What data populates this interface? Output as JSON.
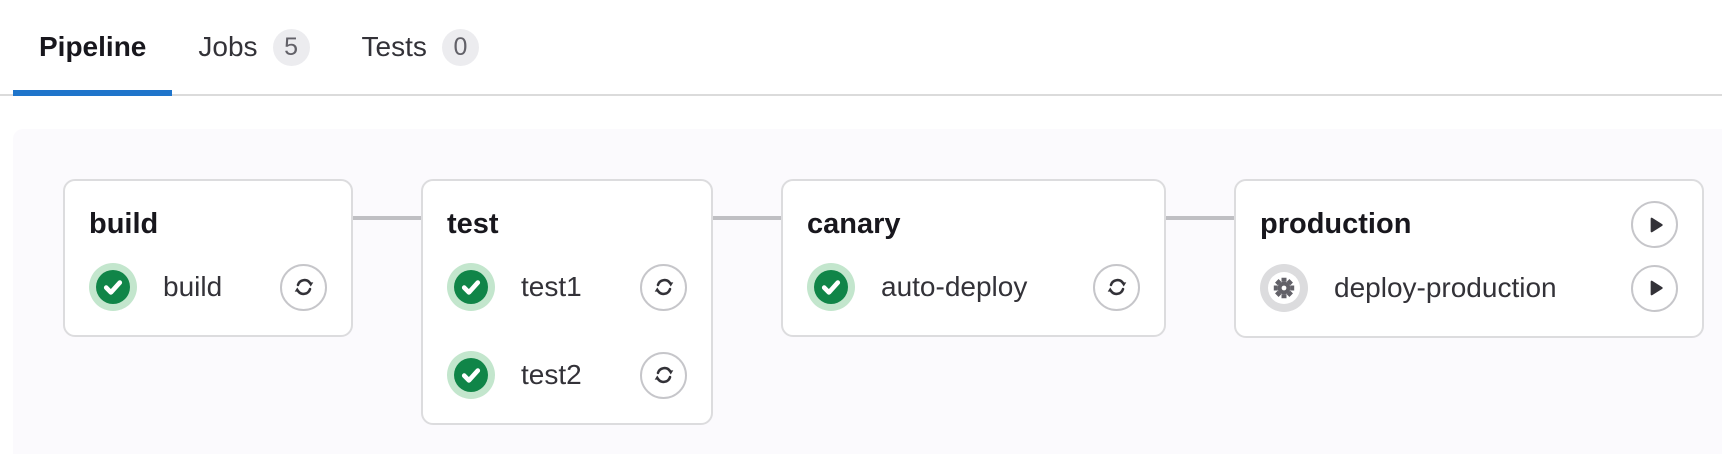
{
  "tabs": {
    "items": [
      {
        "label": "Pipeline",
        "active": true,
        "badge": null
      },
      {
        "label": "Jobs",
        "active": false,
        "badge": "5"
      },
      {
        "label": "Tests",
        "active": false,
        "badge": "0"
      }
    ]
  },
  "pipeline": {
    "stages": [
      {
        "name": "build",
        "jobs": [
          {
            "name": "build",
            "status": "success",
            "status_icon": "status-success-check-icon",
            "action": "retry",
            "action_icon": "retry-icon"
          }
        ]
      },
      {
        "name": "test",
        "jobs": [
          {
            "name": "test1",
            "status": "success",
            "status_icon": "status-success-check-icon",
            "action": "retry",
            "action_icon": "retry-icon"
          },
          {
            "name": "test2",
            "status": "success",
            "status_icon": "status-success-check-icon",
            "action": "retry",
            "action_icon": "retry-icon"
          }
        ]
      },
      {
        "name": "canary",
        "jobs": [
          {
            "name": "auto-deploy",
            "status": "success",
            "status_icon": "status-success-check-icon",
            "action": "retry",
            "action_icon": "retry-icon"
          }
        ]
      },
      {
        "name": "production",
        "stage_action": {
          "type": "play",
          "icon": "play-icon"
        },
        "jobs": [
          {
            "name": "deploy-production",
            "status": "manual",
            "status_icon": "status-manual-gear-icon",
            "action": "play",
            "action_icon": "play-icon"
          }
        ]
      }
    ]
  },
  "colors": {
    "accent_blue": "#1f75cb",
    "success_green": "#108548",
    "success_ring": "#c3e6cd",
    "manual_ring": "#dcdcde",
    "manual_gear": "#626168",
    "text_dark": "#18171d",
    "text_body": "#333238",
    "badge_bg": "#ececef",
    "badge_text": "#626168",
    "card_border": "#dcdcde",
    "panel_bg": "#fbfafd",
    "connector_gray": "#bfbfc3",
    "button_border": "#c6c6ca",
    "tabbar_border": "#dbdbdb"
  }
}
